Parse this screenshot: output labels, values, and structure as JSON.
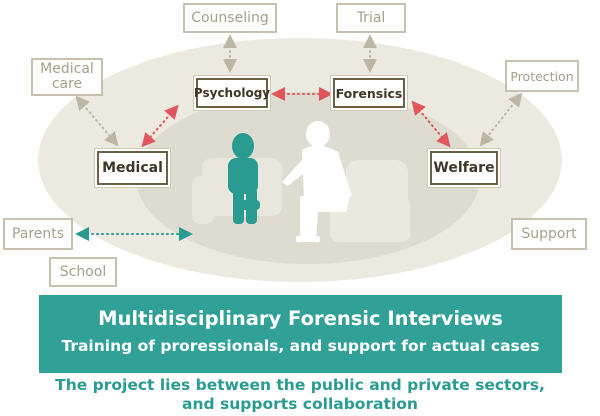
{
  "outer_labels": {
    "counseling": "Counseling",
    "trial": "Trial",
    "medical_care": "Medical\ncare",
    "protection": "Protection",
    "parents": "Parents",
    "school": "School",
    "support": "Support"
  },
  "inner_labels": {
    "psychology": "Psychology",
    "forensics": "Forensics",
    "medical": "Medical",
    "welfare": "Welfare"
  },
  "banner": {
    "title": "Multidisciplinary Forensic Interviews",
    "subtitle": "Training of proressionals, and support for actual cases"
  },
  "caption": {
    "line1": "The project lies between the public and private sectors,",
    "line2": "and supports collaboration"
  },
  "colors": {
    "outer_ellipse": "#ece9e0",
    "inner_ellipse": "#dedbd0",
    "outer_box_border": "#c7c0ae",
    "inner_box_border": "#6b5f44",
    "arrow_red": "#e0565a",
    "arrow_teal": "#2a9b91",
    "arrow_gray": "#bdb6a4",
    "child_figure": "#2a9b91",
    "adult_figure": "#ffffff",
    "banner_bg": "#31a197"
  }
}
